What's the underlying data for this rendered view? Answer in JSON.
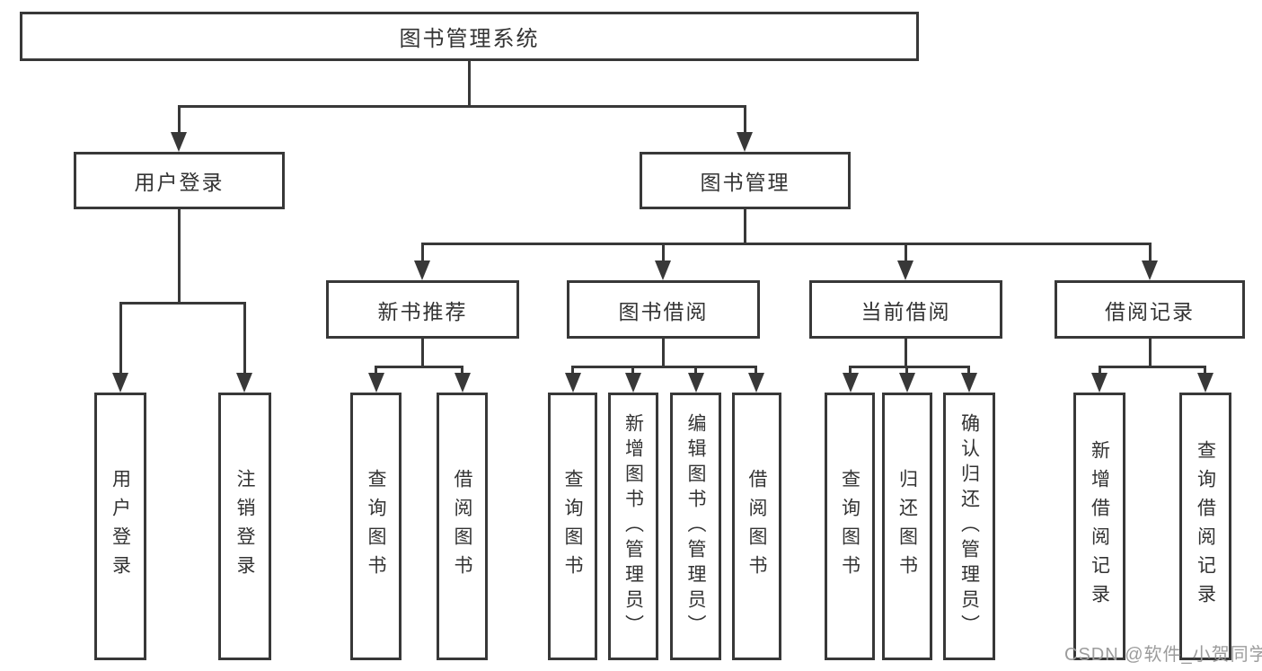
{
  "colors": {
    "line": "#383838",
    "text": "#333333",
    "watermark_gray": "#9c9c9c",
    "background": "#ffffff"
  },
  "tree": {
    "root": {
      "label": "图书管理系统"
    },
    "branches": [
      {
        "label": "用户登录",
        "leaves": [
          "用户登录",
          "注销登录"
        ]
      },
      {
        "label": "图书管理",
        "children": [
          {
            "label": "新书推荐",
            "leaves": [
              "查询图书",
              "借阅图书"
            ]
          },
          {
            "label": "图书借阅",
            "leaves": [
              "查询图书",
              "新增图书（管理员）",
              "编辑图书（管理员）",
              "借阅图书"
            ]
          },
          {
            "label": "当前借阅",
            "leaves": [
              "查询图书",
              "归还图书",
              "确认归还（管理员）"
            ]
          },
          {
            "label": "借阅记录",
            "leaves": [
              "新增借阅记录",
              "查询借阅记录"
            ]
          }
        ]
      }
    ]
  },
  "watermark": {
    "text": "CSDN @软件_小贺同学"
  }
}
